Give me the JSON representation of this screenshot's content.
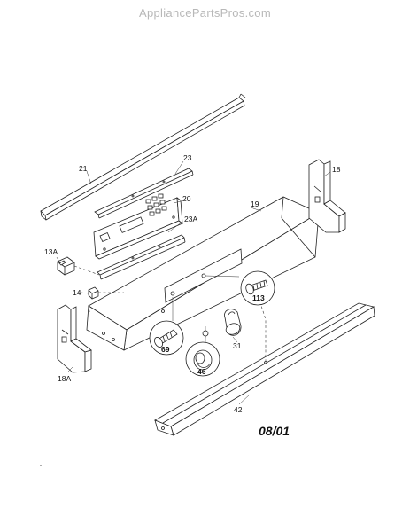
{
  "watermark": "AppliancePartsPros.com",
  "date_code": "08/01",
  "callouts": {
    "p21": "21",
    "p23": "23",
    "p20": "20",
    "p23a": "23A",
    "p19": "19",
    "p18": "18",
    "p13a": "13A",
    "p14": "14",
    "p113": "113",
    "p69": "69",
    "p46": "46",
    "p31": "31",
    "p18a": "18A",
    "p42": "42"
  }
}
